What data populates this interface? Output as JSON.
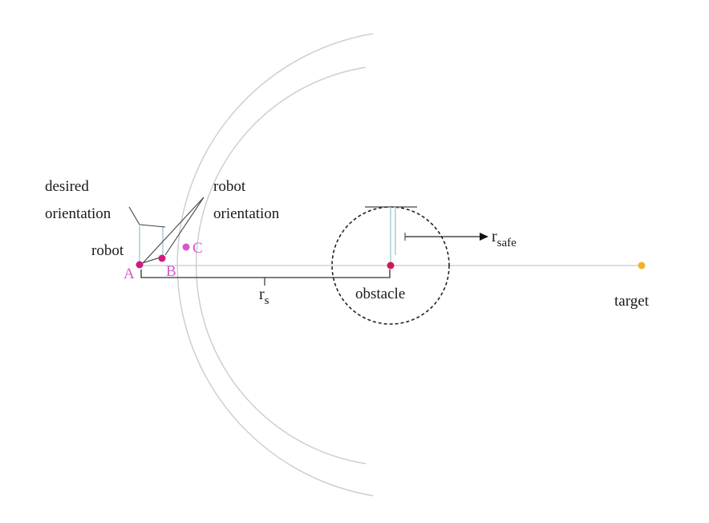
{
  "labels": {
    "desired_orientation_line1": "desired",
    "desired_orientation_line2": "orientation",
    "robot_orientation_line1": "robot",
    "robot_orientation_line2": "orientation",
    "robot": "robot",
    "point_a": "A",
    "point_b": "B",
    "point_c": "C",
    "r_s_base": "r",
    "r_s_sub": "s",
    "obstacle": "obstacle",
    "r_safe_base": "r",
    "r_safe_sub": "safe",
    "target": "target"
  },
  "colors": {
    "arc": "#c9d0d6",
    "line": "#cdd3d8",
    "dimension": "#333333",
    "robot_point": "#d11a7f",
    "aux_point": "#d957c8",
    "obstacle_point": "#d11a55",
    "target_point": "#f2b12a",
    "circle_dash": "#222222"
  }
}
